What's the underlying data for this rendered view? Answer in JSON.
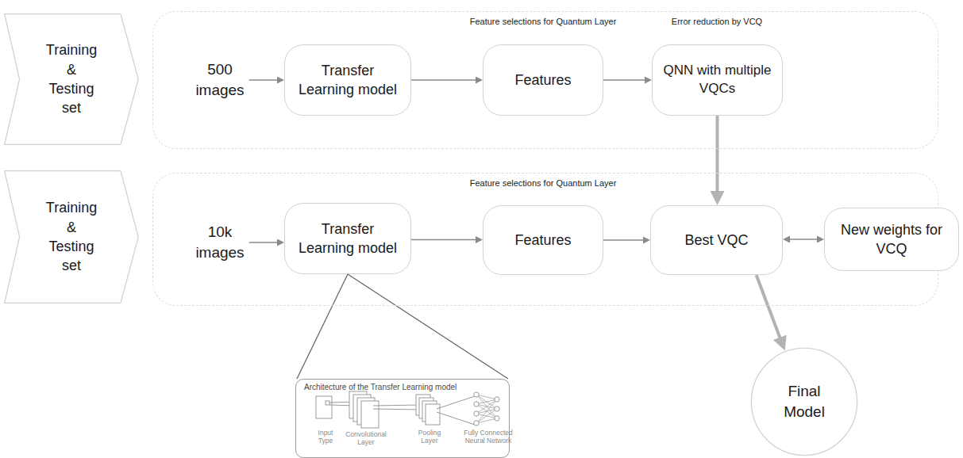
{
  "diagram": {
    "nodes": [
      {
        "text": [
          "Training & Testing set"
        ]
      },
      {
        "text": [
          "Feature selections for Quantum Layer",
          "Error reduction by VCQ"
        ]
      },
      {
        "text": [
          "500 images"
        ],
        "in": 1
      },
      {
        "text": [
          "Transfer Learning model"
        ],
        "in": 1
      },
      {
        "text": [
          "Features"
        ],
        "in": 1
      },
      {
        "text": [
          "QNN with multiple VQCs"
        ],
        "in": 1
      },
      {
        "text": [
          "Training & Testing set"
        ]
      },
      {
        "text": [
          "Feature selections for Quantum Layer"
        ]
      },
      {
        "text": [
          "10k images"
        ],
        "in": 7
      },
      {
        "text": [
          "Transfer Learning model"
        ],
        "in": 7
      },
      {
        "text": [
          "Features"
        ],
        "in": 7
      },
      {
        "text": [
          "Best VQC"
        ],
        "in": 7
      },
      {
        "text": [
          "New weights for VCQ"
        ]
      },
      {
        "text": [
          "Architecture of the Transfer Learning model",
          "Input Type",
          "Convolutional Layer",
          "Pooling Layer",
          "Fully Connected Neural Network"
        ]
      },
      {
        "text": [
          "Final Model"
        ]
      }
    ],
    "edges": [
      {
        "from": 2,
        "to": 3,
        "arrow": "to"
      },
      {
        "from": 3,
        "to": 4,
        "arrow": "to"
      },
      {
        "from": 4,
        "to": 5,
        "arrow": "to"
      },
      {
        "from": 5,
        "to": 11,
        "arrow": "to"
      },
      {
        "from": 8,
        "to": 9,
        "arrow": "to"
      },
      {
        "from": 9,
        "to": 10,
        "arrow": "to"
      },
      {
        "from": 10,
        "to": 11,
        "arrow": "to"
      },
      {
        "from": 11,
        "to": 12,
        "arrow": "both"
      },
      {
        "from": 11,
        "to": 14,
        "arrow": "to"
      },
      {
        "from": 9,
        "to": 13,
        "arrow": "none"
      },
      {
        "from": 9,
        "to": 13,
        "arrow": "none"
      }
    ]
  }
}
